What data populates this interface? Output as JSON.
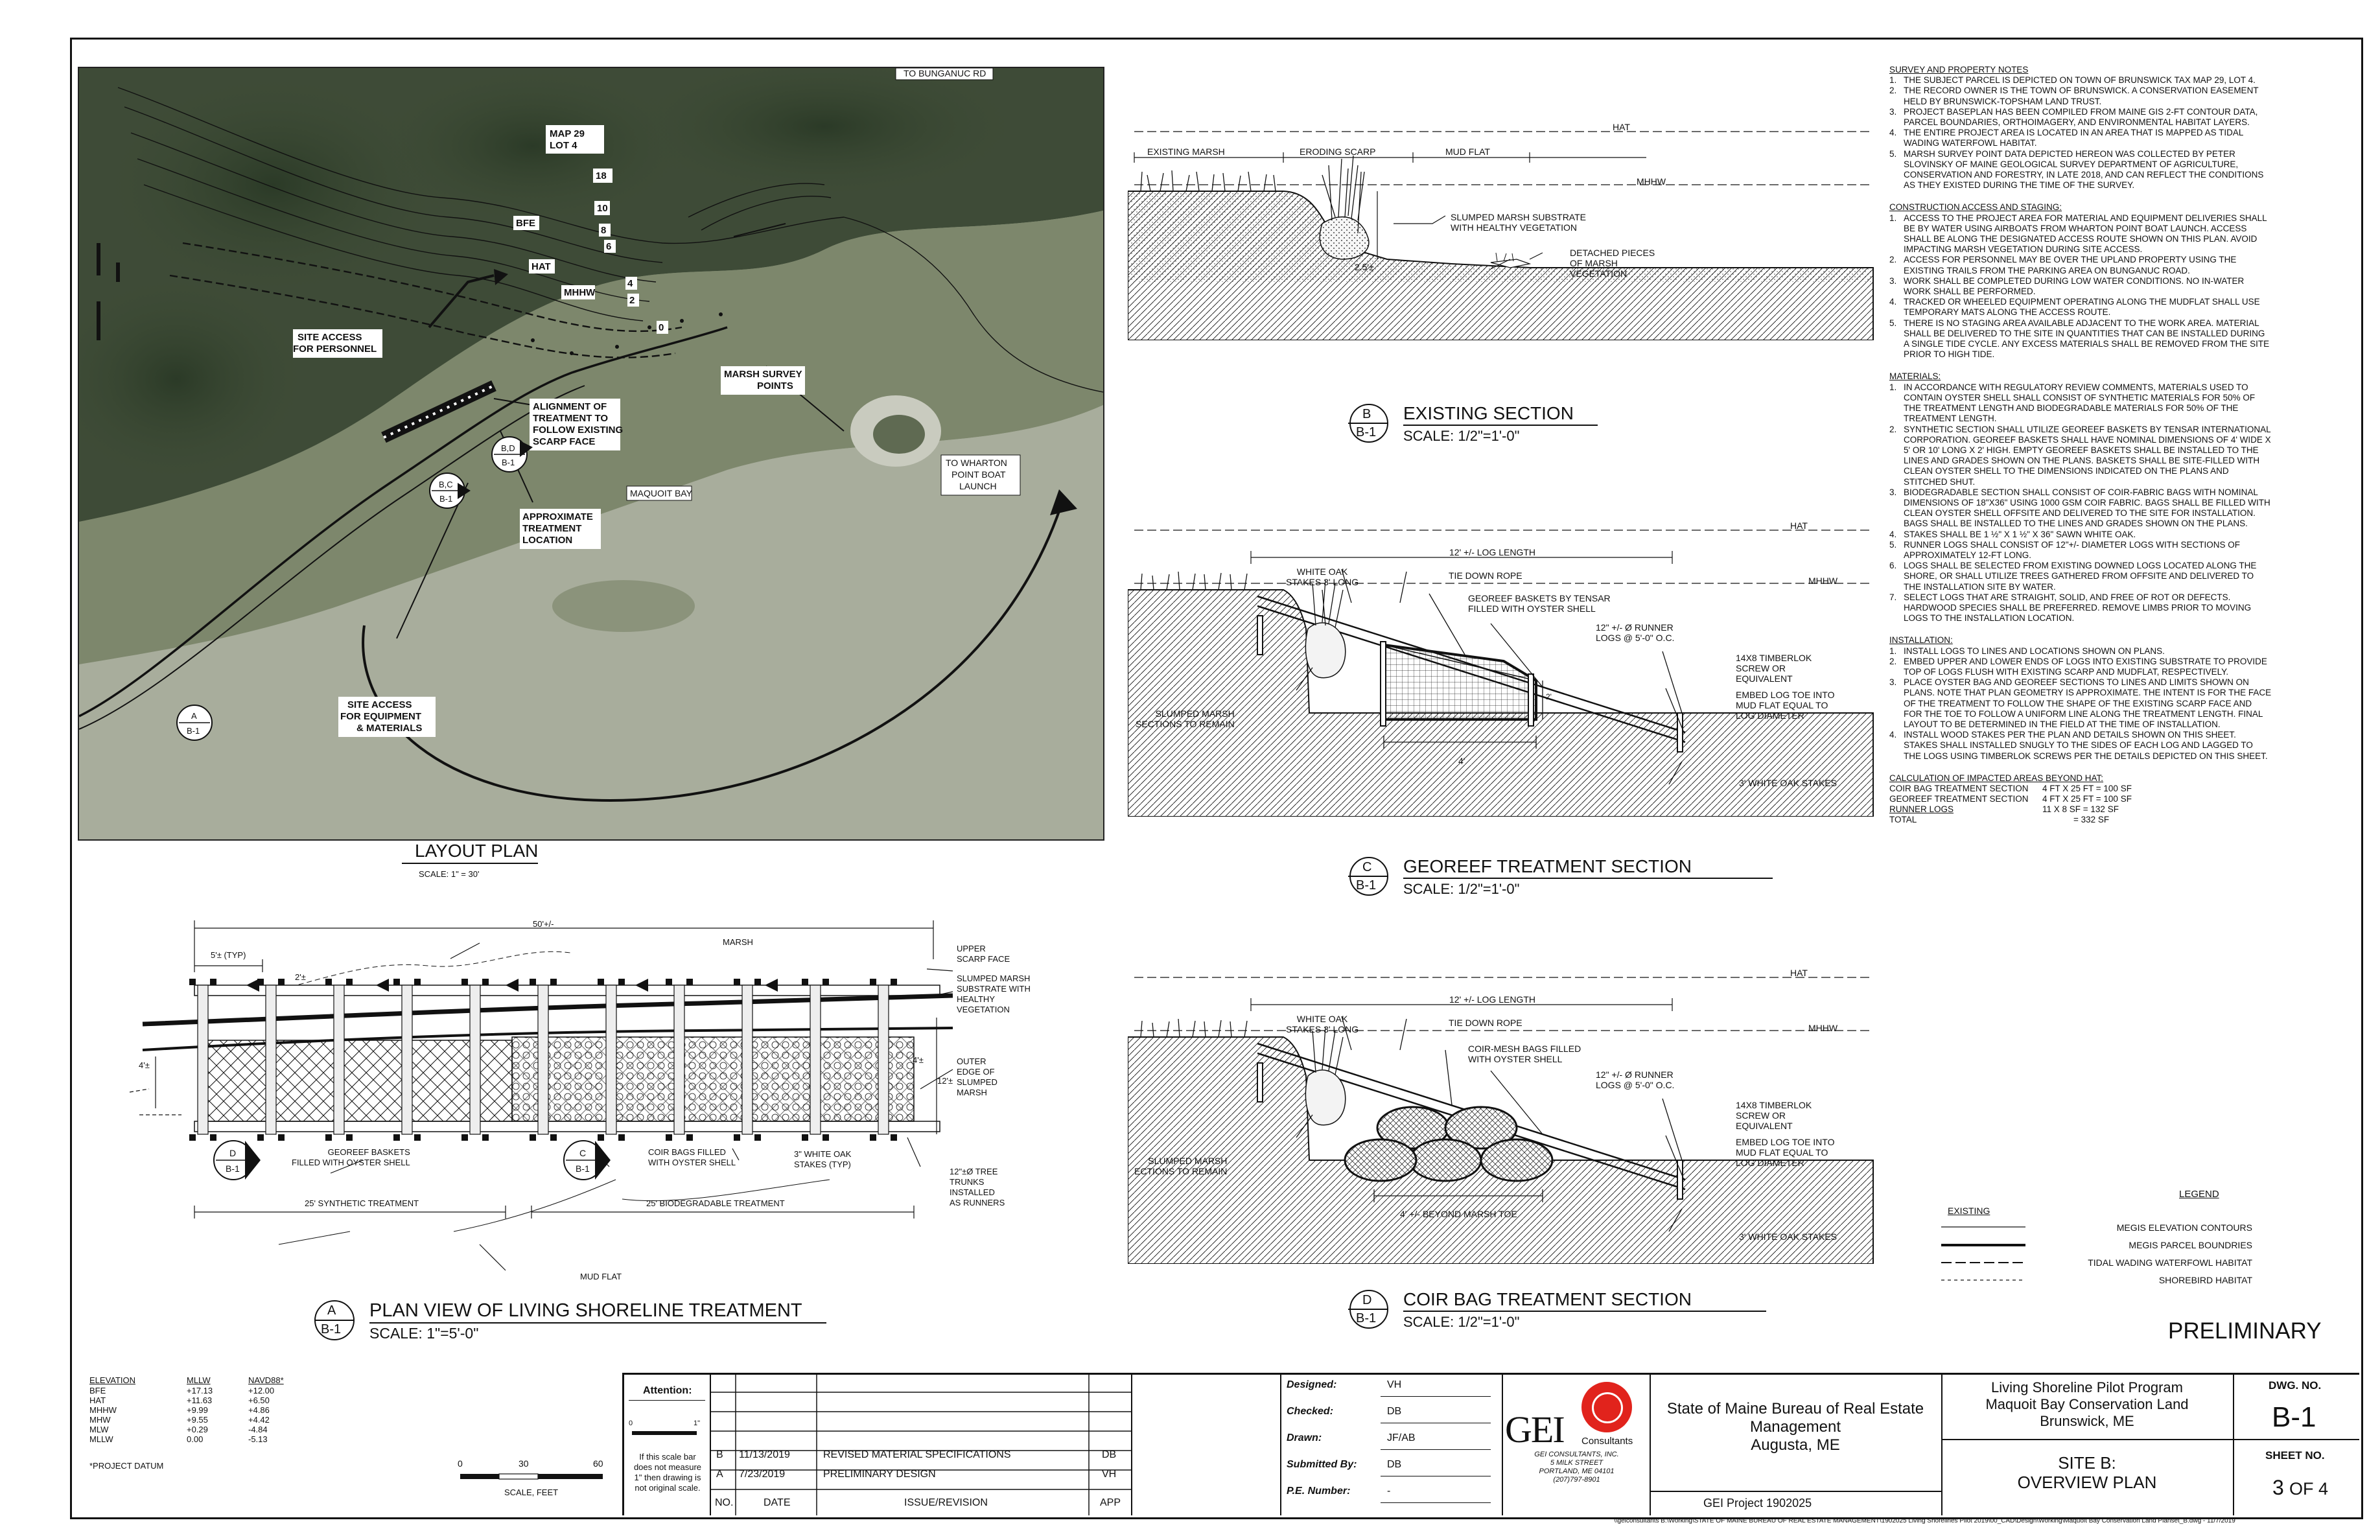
{
  "survey_notes": {
    "heading": "SURVEY AND PROPERTY NOTES",
    "items": [
      {
        "n": "1.",
        "text": "THE SUBJECT PARCEL IS DEPICTED ON TOWN OF BRUNSWICK TAX MAP 29, LOT 4."
      },
      {
        "n": "2.",
        "text": "THE RECORD OWNER IS THE TOWN OF BRUNSWICK. A CONSERVATION EASEMENT HELD BY BRUNSWICK-TOPSHAM LAND TRUST."
      },
      {
        "n": "3.",
        "text": "PROJECT BASEPLAN HAS BEEN COMPILED FROM MAINE GIS 2-FT CONTOUR DATA, PARCEL BOUNDARIES, ORTHOIMAGERY, AND ENVIRONMENTAL HABITAT LAYERS."
      },
      {
        "n": "4.",
        "text": "THE ENTIRE PROJECT AREA IS LOCATED IN AN AREA THAT IS MAPPED AS TIDAL WADING WATERFOWL HABITAT."
      },
      {
        "n": "5.",
        "text": "MARSH SURVEY POINT DATA DEPICTED HEREON WAS COLLECTED BY PETER SLOVINSKY OF MAINE GEOLOGICAL SURVEY DEPARTMENT OF AGRICULTURE, CONSERVATION AND FORESTRY, IN LATE 2018, AND CAN REFLECT THE CONDITIONS AS THEY EXISTED DURING THE TIME OF THE SURVEY."
      }
    ]
  },
  "construction_notes": {
    "heading": "CONSTRUCTION ACCESS AND STAGING:",
    "items": [
      {
        "n": "1.",
        "text": "ACCESS TO THE PROJECT AREA FOR MATERIAL AND EQUIPMENT DELIVERIES SHALL BE BY WATER USING AIRBOATS FROM WHARTON POINT BOAT LAUNCH. ACCESS SHALL BE ALONG THE DESIGNATED ACCESS ROUTE SHOWN ON THIS PLAN. AVOID IMPACTING MARSH VEGETATION DURING SITE ACCESS."
      },
      {
        "n": "2.",
        "text": "ACCESS FOR PERSONNEL MAY BE OVER THE UPLAND PROPERTY USING THE EXISTING TRAILS FROM THE PARKING AREA ON BUNGANUC ROAD."
      },
      {
        "n": "3.",
        "text": "WORK SHALL BE COMPLETED DURING LOW WATER CONDITIONS. NO IN-WATER WORK SHALL BE PERFORMED."
      },
      {
        "n": "4.",
        "text": "TRACKED OR WHEELED EQUIPMENT OPERATING ALONG THE MUDFLAT SHALL USE TEMPORARY MATS ALONG THE ACCESS ROUTE."
      },
      {
        "n": "5.",
        "text": "THERE IS NO STAGING AREA AVAILABLE ADJACENT TO THE WORK AREA. MATERIAL SHALL BE DELIVERED TO THE SITE IN QUANTITIES THAT CAN BE INSTALLED DURING A SINGLE TIDE CYCLE. ANY EXCESS MATERIALS SHALL BE REMOVED FROM THE SITE PRIOR TO HIGH TIDE."
      }
    ]
  },
  "materials_notes": {
    "heading": "MATERIALS:",
    "items": [
      {
        "n": "1.",
        "text": "IN ACCORDANCE WITH REGULATORY REVIEW COMMENTS, MATERIALS USED TO CONTAIN OYSTER SHELL SHALL CONSIST OF SYNTHETIC MATERIALS FOR 50% OF THE TREATMENT LENGTH AND BIODEGRADABLE MATERIALS FOR 50% OF THE TREATMENT LENGTH."
      },
      {
        "n": "2.",
        "text": "SYNTHETIC SECTION SHALL UTILIZE GEOREEF BASKETS BY TENSAR INTERNATIONAL CORPORATION. GEOREEF BASKETS SHALL HAVE NOMINAL DIMENSIONS OF 4' WIDE X 5' OR 10' LONG X 2' HIGH. EMPTY GEOREEF BASKETS SHALL BE INSTALLED TO THE LINES AND GRADES SHOWN ON THE PLANS. BASKETS SHALL BE SITE-FILLED WITH CLEAN OYSTER SHELL TO THE DIMENSIONS INDICATED ON THE PLANS AND STITCHED SHUT."
      },
      {
        "n": "3.",
        "text": "BIODEGRADABLE SECTION SHALL CONSIST OF COIR-FABRIC BAGS WITH NOMINAL DIMENSIONS OF 18\"X36\" USING 1000 GSM COIR FABRIC. BAGS SHALL BE FILLED WITH CLEAN OYSTER SHELL OFFSITE AND DELIVERED TO THE SITE FOR INSTALLATION. BAGS SHALL BE INSTALLED TO THE LINES AND GRADES SHOWN ON THE PLANS."
      },
      {
        "n": "4.",
        "text": "STAKES SHALL BE 1 ½\" X 1 ½\" X 36\" SAWN WHITE OAK."
      },
      {
        "n": "5.",
        "text": "RUNNER LOGS SHALL CONSIST OF 12\"+/- DIAMETER LOGS WITH SECTIONS OF APPROXIMATELY 12-FT LONG."
      },
      {
        "n": "6.",
        "text": "LOGS SHALL BE SELECTED FROM EXISTING DOWNED LOGS LOCATED ALONG THE SHORE, OR SHALL UTILIZE TREES GATHERED FROM OFFSITE AND DELIVERED TO THE INSTALLATION SITE BY WATER."
      },
      {
        "n": "7.",
        "text": "SELECT LOGS THAT ARE STRAIGHT, SOLID, AND FREE OF ROT OR DEFECTS. HARDWOOD SPECIES SHALL BE PREFERRED. REMOVE LIMBS PRIOR TO MOVING LOGS TO THE INSTALLATION LOCATION."
      }
    ]
  },
  "installation_notes": {
    "heading": "INSTALLATION:",
    "items": [
      {
        "n": "1.",
        "text": "INSTALL LOGS TO LINES AND LOCATIONS SHOWN ON PLANS."
      },
      {
        "n": "2.",
        "text": "EMBED UPPER AND LOWER ENDS OF LOGS INTO EXISTING SUBSTRATE TO PROVIDE TOP OF LOGS FLUSH WITH EXISTING SCARP AND MUDFLAT, RESPECTIVELY."
      },
      {
        "n": "3.",
        "text": "PLACE OYSTER BAG AND GEOREEF SECTIONS TO LINES AND LIMITS SHOWN ON PLANS. NOTE THAT PLAN GEOMETRY IS APPROXIMATE. THE INTENT IS FOR THE FACE OF THE TREATMENT TO FOLLOW THE SHAPE OF THE EXISTING SCARP FACE AND FOR THE TOE TO FOLLOW A UNIFORM LINE ALONG THE TREATMENT LENGTH. FINAL LAYOUT TO BE DETERMINED IN THE FIELD AT THE TIME OF INSTALLATION."
      },
      {
        "n": "4.",
        "text": "INSTALL WOOD STAKES PER THE PLAN AND DETAILS SHOWN ON THIS SHEET. STAKES SHALL INSTALLED SNUGLY TO THE SIDES OF EACH LOG AND LAGGED TO THE LOGS USING TIMBERLOK SCREWS PER THE DETAILS DEPICTED ON THIS SHEET."
      }
    ]
  },
  "impacted_areas": {
    "heading": "CALCULATION OF IMPACTED AREAS BEYOND HAT:",
    "rows": [
      {
        "label": "COIR BAG TREATMENT SECTION",
        "calc": "4 FT X 25 FT = 100 SF"
      },
      {
        "label": "GEOREEF TREATMENT SECTION",
        "calc": "4 FT X 25 FT = 100 SF"
      },
      {
        "label": "RUNNER LOGS",
        "calc": "11 X 8 SF      = 132 SF"
      },
      {
        "label": "TOTAL",
        "calc": "= 332 SF"
      }
    ]
  },
  "map": {
    "road_label": "TO BUNGANUC RD",
    "map_lot": "MAP 29\nLOT 4",
    "labels": {
      "bfe": "BFE",
      "hat": "HAT",
      "mhhw": "MHHW",
      "site_access_personnel": "SITE ACCESS\nFOR PERSONNEL",
      "marsh_survey_points": "MARSH SURVEY\nPOINTS",
      "alignment": "ALIGNMENT OF\nTREATMENT TO\nFOLLOW EXISTING\nSCARP FACE",
      "approx_location": "APPROXIMATE\nTREATMENT\nLOCATION",
      "maquoit_bay": "MAQUOIT BAY",
      "wharton": "TO WHARTON\nPOINT BOAT\nLAUNCH",
      "site_access_equipment": "SITE ACCESS\nFOR EQUIPMENT\n& MATERIALS"
    },
    "contours": [
      "18",
      "10",
      "8",
      "6",
      "4",
      "2",
      "0"
    ],
    "callouts": [
      {
        "top": "B,D",
        "bottom": "B-1"
      },
      {
        "top": "B,C",
        "bottom": "B-1"
      },
      {
        "top": "A",
        "bottom": "B-1"
      }
    ],
    "title": "LAYOUT PLAN",
    "scale": "SCALE: 1\" = 30'"
  },
  "plan_view": {
    "dims": {
      "overall": "50'+/-",
      "typ": "5'± (TYP)",
      "two": "2'±",
      "four_left": "4'±",
      "four_right": "4'±",
      "twelve": "12'±"
    },
    "labels": {
      "marsh": "MARSH",
      "upper_scarp": "UPPER\nSCARP FACE",
      "slumped": "SLUMPED MARSH\nSUBSTRATE WITH\nHEALTHY\nVEGETATION",
      "outer": "OUTER\nEDGE OF\nSLUMPED\nMARSH",
      "georeef": "GEOREEF BASKETS\nFILLED WITH OYSTER SHELL",
      "coir": "COIR BAGS FILLED\nWITH OYSTER SHELL",
      "oak": "3\" WHITE OAK\nSTAKES (TYP)",
      "trunks": "12\"±Ø TREE\nTRUNKS\nINSTALLED\nAS RUNNERS",
      "synthetic": "25' SYNTHETIC TREATMENT",
      "biodegradable": "25' BIODEGRADABLE TREATMENT",
      "mud_flat": "MUD FLAT"
    },
    "callouts": [
      {
        "top": "D",
        "bottom": "B-1"
      },
      {
        "top": "C",
        "bottom": "B-1"
      }
    ],
    "tag": {
      "top": "A",
      "bottom": "B-1"
    },
    "title": "PLAN VIEW OF LIVING SHORELINE TREATMENT",
    "scale": "SCALE: 1\"=5'-0\""
  },
  "section_b": {
    "tag": {
      "top": "B",
      "bottom": "B-1"
    },
    "title": "EXISTING SECTION",
    "scale": "SCALE: 1/2\"=1'-0\"",
    "labels": {
      "hat": "HAT",
      "mhhw": "MHHW",
      "existing_marsh": "EXISTING MARSH",
      "eroding_scarp": "ERODING SCARP",
      "mud_flat": "MUD FLAT",
      "slumped": "SLUMPED MARSH SUBSTRATE\nWITH HEALTHY VEGETATION",
      "detached": "DETACHED PIECES\nOF MARSH\nVEGETATION",
      "height": "2.5'±"
    }
  },
  "section_c": {
    "tag": {
      "top": "C",
      "bottom": "B-1"
    },
    "title": "GEOREEF TREATMENT SECTION",
    "scale": "SCALE: 1/2\"=1'-0\"",
    "labels": {
      "hat": "HAT",
      "mhhw": "MHHW",
      "log_length": "12' +/- LOG LENGTH",
      "oak": "WHITE OAK\nSTAKES 3' LONG",
      "rope": "TIE DOWN ROPE",
      "baskets": "GEOREEF BASKETS BY TENSAR\nFILLED WITH OYSTER SHELL",
      "runner": "12\" +/- Ø RUNNER\nLOGS @ 5'-0\" O.C.",
      "timberlok": "14X8 TIMBERLOK\nSCREW OR\nEQUIVALENT",
      "embed": "EMBED LOG TOE INTO\nMUD FLAT EQUAL TO\nLOG DIAMETER",
      "slumped": "SLUMPED MARSH\nSECTIONS TO REMAIN",
      "width": "4'",
      "stakes": "3' WHITE OAK STAKES",
      "two": "2'"
    }
  },
  "section_d": {
    "tag": {
      "top": "D",
      "bottom": "B-1"
    },
    "title": "COIR BAG TREATMENT SECTION",
    "scale": "SCALE: 1/2\"=1'-0\"",
    "labels": {
      "hat": "HAT",
      "mhhw": "MHHW",
      "log_length": "12' +/- LOG LENGTH",
      "oak": "WHITE OAK\nSTAKES 3' LONG",
      "rope": "TIE DOWN ROPE",
      "bags": "COIR-MESH BAGS FILLED\nWITH OYSTER SHELL",
      "runner": "12\" +/- Ø RUNNER\nLOGS @ 5'-0\" O.C.",
      "timberlok": "14X8 TIMBERLOK\nSCREW OR\nEQUIVALENT",
      "embed": "EMBED LOG TOE INTO\nMUD FLAT EQUAL TO\nLOG DIAMETER",
      "slumped": "SLUMPED MARSH\nECTIONS TO REMAIN",
      "width": "4' +/- BEYOND MARSH TOE",
      "stakes": "3' WHITE OAK STAKES"
    }
  },
  "legend": {
    "title": "LEGEND",
    "existing": "EXISTING",
    "items": [
      "MEGIS ELEVATION CONTOURS",
      "MEGIS PARCEL BOUNDRIES",
      "TIDAL WADING WATERFOWL HABITAT",
      "SHOREBIRD HABITAT"
    ]
  },
  "stamp": "PRELIMINARY",
  "datum": {
    "headers": [
      "ELEVATION",
      "MLLW",
      "NAVD88*"
    ],
    "rows": [
      [
        "BFE",
        "+17.13",
        "+12.00"
      ],
      [
        "HAT",
        "+11.63",
        "+6.50"
      ],
      [
        "MHHW",
        "+9.99",
        "+4.86"
      ],
      [
        "MHW",
        "+9.55",
        "+4.42"
      ],
      [
        "MLW",
        "+0.29",
        "-4.84"
      ],
      [
        "MLLW",
        "0.00",
        "-5.13"
      ]
    ],
    "note": "*PROJECT DATUM"
  },
  "scale_bar": {
    "ticks": [
      "0",
      "30",
      "60"
    ],
    "unit": "SCALE, FEET"
  },
  "title_block": {
    "attention": "Attention:",
    "att_zero": "0",
    "att_one": "1\"",
    "att_note": "If this scale bar\ndoes not measure\n1\" then drawing is\nnot original scale.",
    "revisions": [
      {
        "no": "B",
        "date": "11/13/2019",
        "desc": "REVISED MATERIAL SPECIFICATIONS",
        "app": "DB"
      },
      {
        "no": "A",
        "date": "7/23/2019",
        "desc": "PRELIMINARY DESIGN",
        "app": "VH"
      }
    ],
    "rev_headers": {
      "no": "NO.",
      "date": "DATE",
      "desc": "ISSUE/REVISION",
      "app": "APP"
    },
    "people": [
      {
        "label": "Designed:",
        "value": "VH"
      },
      {
        "label": "Checked:",
        "value": "DB"
      },
      {
        "label": "Drawn:",
        "value": "JF/AB"
      },
      {
        "label": "Submitted By:",
        "value": "DB"
      },
      {
        "label": "P.E. Number:",
        "value": "-"
      }
    ],
    "gei": {
      "logo": "GEI",
      "consultants": "Consultants",
      "address": "GEI CONSULTANTS, INC.\n5 MILK STREET\nPORTLAND, ME 04101\n(207)797-8901"
    },
    "client": "State of Maine Bureau of Real Estate\nManagement\nAugusta, ME",
    "project_no": "GEI Project 1902025",
    "program": "Living Shoreline Pilot Program\nMaquoit Bay Conservation Land\nBrunswick, ME",
    "site": "SITE B:\nOVERVIEW PLAN",
    "dwg_label": "DWG. NO.",
    "dwg_no": "B-1",
    "sheet_label": "SHEET NO.",
    "sheet_no": "3",
    "sheet_of": "OF 4"
  },
  "file_path": "\\\\geiconsultants B:\\Working\\STATE OF MAINE BUREAU OF REAL ESTATE MANAGEMENT\\1902025 Living Shorelines Pilot 2019\\00_CAD\\Design\\Working\\Maquoit Bay Conservation Land Planset_B.dwg - 11/7/2019",
  "colors": {
    "gei_red": "#e1231c",
    "line": "#111111",
    "aerial_dark": "#3e4a36",
    "aerial_light": "#9ca58f"
  }
}
